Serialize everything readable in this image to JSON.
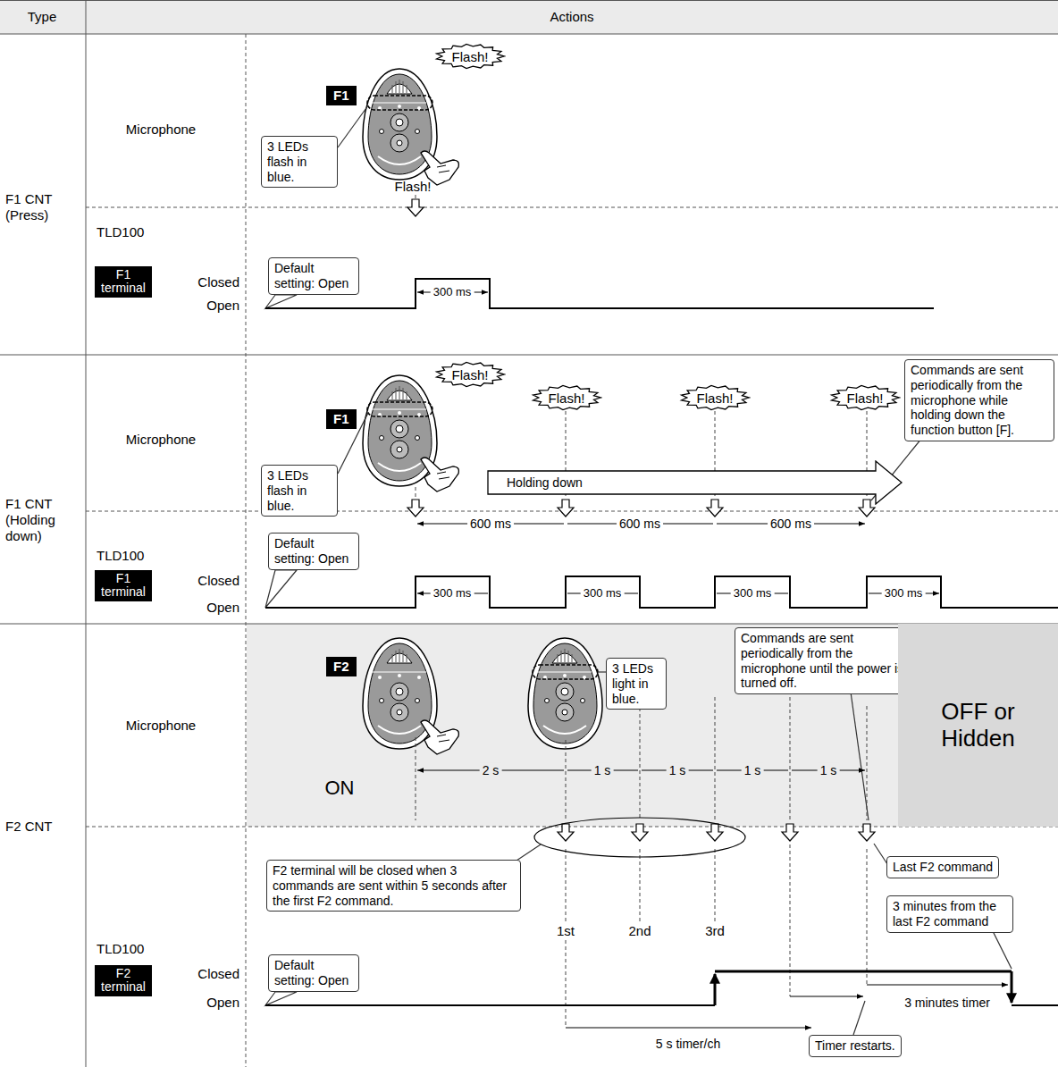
{
  "diagram": {
    "nodes": [
      {
        "text": [
          "F1"
        ]
      },
      {
        "text": [
          "Flash!"
        ]
      },
      {
        "text": [
          "3 LEDs flash in blue."
        ]
      },
      {
        "text": [
          "F1 terminal"
        ]
      },
      {
        "text": [
          "Default setting: Open"
        ]
      },
      {
        "text": [
          "F1"
        ]
      },
      {
        "text": [
          "Flash!"
        ]
      },
      {
        "text": [
          "Flash!"
        ]
      },
      {
        "text": [
          "Flash!"
        ]
      },
      {
        "text": [
          "Flash!"
        ]
      },
      {
        "text": [
          "3 LEDs flash in blue."
        ]
      },
      {
        "text": [
          "Holding down"
        ]
      },
      {
        "text": [
          "Commands are sent periodically from the microphone while holding down the function button [F]."
        ]
      },
      {
        "text": [
          "F1 terminal"
        ]
      },
      {
        "text": [
          "Default setting: Open"
        ]
      },
      {
        "text": [
          "F2"
        ]
      },
      {
        "text": [
          "3 LEDs light in blue."
        ]
      },
      {
        "text": [
          "Commands are sent periodically from the microphone until the power is turned off."
        ]
      },
      {
        "text": [
          "OFF or Hidden"
        ]
      },
      {
        "text": [
          "F2 terminal will be closed when 3 commands are sent within 5 seconds after the first F2 command."
        ]
      },
      {
        "text": [
          "Last F2 command"
        ]
      },
      {
        "text": [
          "3 minutes from the last F2 command"
        ]
      },
      {
        "text": [
          "F2 terminal"
        ]
      },
      {
        "text": [
          "Default setting: Open"
        ]
      },
      {
        "text": [
          "Timer restarts."
        ]
      }
    ],
    "labels": [
      "Type",
      "Actions",
      "F1 CNT (Press)",
      "Microphone",
      "Flash!",
      "TLD100",
      "Closed",
      "Open",
      "300 ms",
      "F1 CNT (Holding down)",
      "Microphone",
      "600 ms",
      "600 ms",
      "600 ms",
      "TLD100",
      "Closed",
      "Open",
      "300 ms",
      "300 ms",
      "300 ms",
      "300 ms",
      "F2 CNT",
      "Microphone",
      "ON",
      "2 s",
      "1 s",
      "1 s",
      "1 s",
      "1 s",
      "1st",
      "2nd",
      "3rd",
      "TLD100",
      "Closed",
      "Open",
      "5 s timer/ch",
      "3 minutes timer"
    ]
  }
}
